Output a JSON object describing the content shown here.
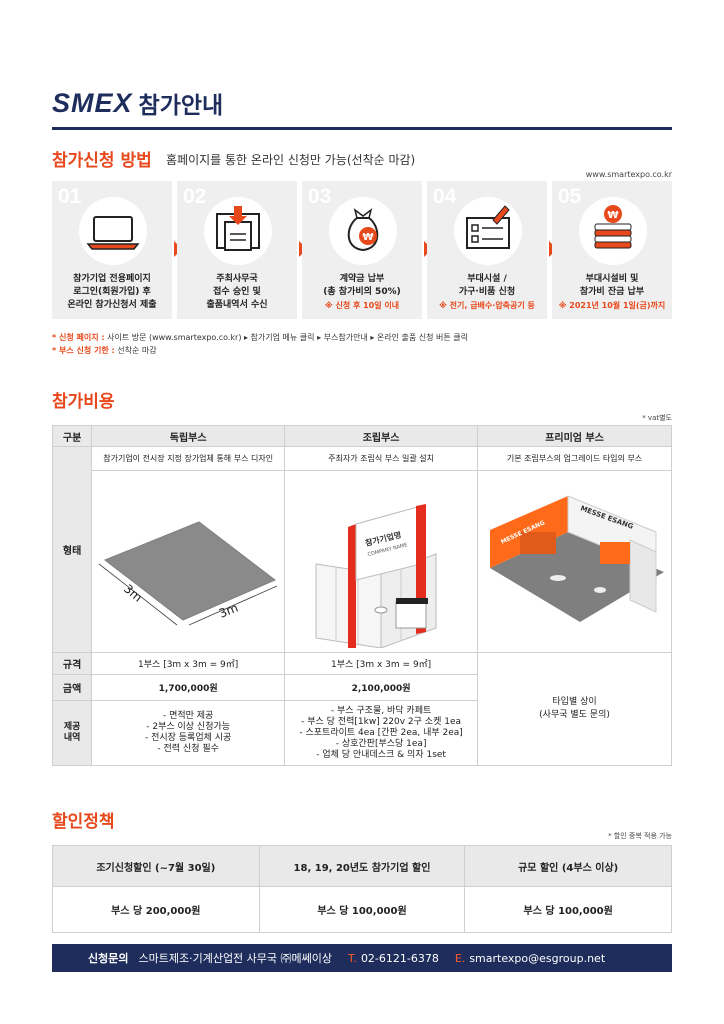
{
  "header": {
    "logo": "SMEX",
    "title": "참가안내"
  },
  "apply": {
    "title": "참가신청 방법",
    "subtitle": "홈페이지를 통한 온라인 신청만 가능(선착순 마감)",
    "url": "www.smartexpo.co.kr",
    "steps": [
      {
        "num": "01",
        "icon": "laptop-icon",
        "line1": "참가기업 전용페이지",
        "line2": "로그인(회원가입) 후",
        "line3": "온라인 참가신청서 제출",
        "note": ""
      },
      {
        "num": "02",
        "icon": "document-download-icon",
        "line1": "주최사무국",
        "line2": "접수 승인 및",
        "line3": "출품내역서 수신",
        "note": ""
      },
      {
        "num": "03",
        "icon": "money-bag-icon",
        "line1": "계약금 납부",
        "line2": "(총 참가비의 50%)",
        "line3": "",
        "note": "※ 신청 후 10일 이내"
      },
      {
        "num": "04",
        "icon": "form-edit-icon",
        "line1": "부대시설 /",
        "line2": "가구·비품 신청",
        "line3": "",
        "note": "※ 전기, 급배수·압축공기 등"
      },
      {
        "num": "05",
        "icon": "coin-stack-icon",
        "line1": "부대시설비 및",
        "line2": "참가비 잔금 납부",
        "line3": "",
        "note": "※ 2021년 10월 1일(금)까지"
      }
    ],
    "notes": [
      {
        "label": "* 신청 페이지 :",
        "text": "사이트 방문 (www.smartexpo.co.kr) ▸ 참가기업 메뉴 클릭 ▸ 부스참가안내 ▸ 온라인 출품 신청 버튼 클릭"
      },
      {
        "label": "* 부스 신청 기한 :",
        "text": "선착순 마감"
      }
    ]
  },
  "fees": {
    "title": "참가비용",
    "vat": "* vat별도",
    "headers": [
      "구분",
      "독립부스",
      "조립부스",
      "프리미엄 부스"
    ],
    "descriptions": [
      "참가기업이 전시장 지정 장가업체 통해 부스 디자인",
      "주최자가 조립식 부스 일괄 설치",
      "기본 조립부스의 업그레이드 타입의 부스"
    ],
    "row_labels": {
      "shape": "형태",
      "size": "규격",
      "price": "금액",
      "provided_1": "제공",
      "provided_2": "내역"
    },
    "images": {
      "raw_dim_a": "3m",
      "raw_dim_b": "3m",
      "shell_sign": "참가기업명",
      "shell_sign_sub": "COMPANY NAME",
      "premium_brand_1": "MESSE ESANG",
      "premium_brand_2": "MESSE ESANG"
    },
    "size": [
      "1부스 [3m x 3m = 9㎡]",
      "1부스 [3m x 3m = 9㎡]"
    ],
    "price": [
      "1,700,000원",
      "2,100,000원"
    ],
    "premium_info_1": "타입별 상이",
    "premium_info_2": "(사무국 별도 문의)",
    "provided_raw": [
      "- 면적만 제공",
      "- 2부스 이상 신청가능",
      "- 전시장 등록업체 시공",
      "- 전력 신청 필수"
    ],
    "provided_shell": [
      "- 부스 구조물, 바닥 카페트",
      "- 부스 당 전력[1kw] 220v 2구 소켓 1ea",
      "- 스포트라이트 4ea [간판 2ea, 내부 2ea]",
      "- 상호간판[부스당 1ea]",
      "- 업체 당 안내데스크 & 의자 1set"
    ]
  },
  "discount": {
    "title": "할인정책",
    "note": "* 할인 중복 적용 가능",
    "headers": [
      "조기신청할인 (~7월 30일)",
      "18, 19, 20년도 참가기업 할인",
      "규모 할인 (4부스 이상)"
    ],
    "values": [
      "부스 당 200,000원",
      "부스 당 100,000원",
      "부스 당 100,000원"
    ]
  },
  "footer": {
    "label": "신청문의",
    "org": "스마트제조·기계산업전 사무국 ㈜메쎄이상",
    "tel_key": "T.",
    "tel": "02-6121-6378",
    "email_key": "E.",
    "email": "smartexpo@esgroup.net"
  },
  "colors": {
    "navy": "#1e2d5c",
    "accent": "#e8491c",
    "gray": "#efefef"
  }
}
